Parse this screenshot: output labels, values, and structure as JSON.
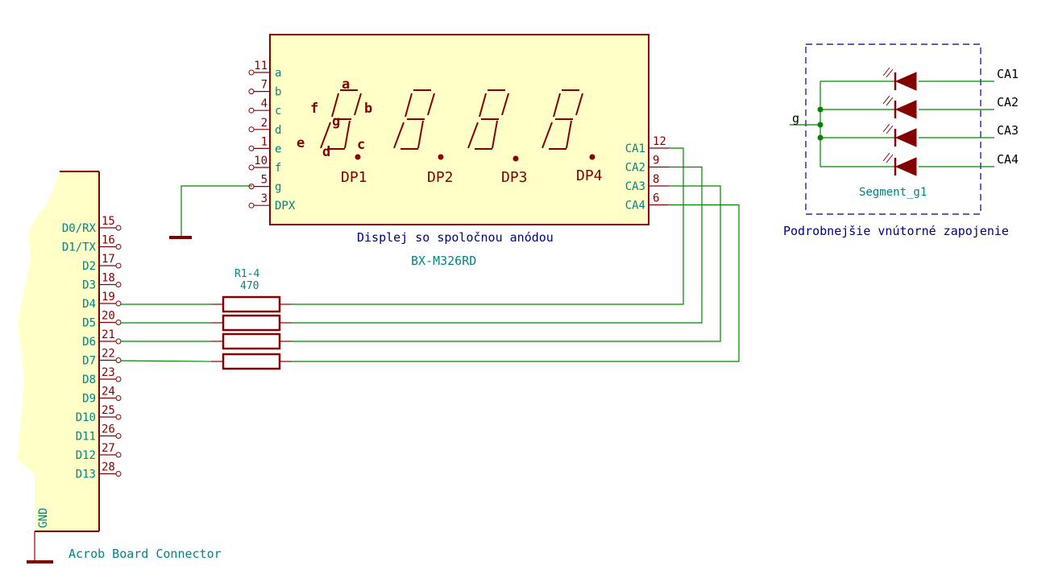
{
  "display": {
    "title": "Displej so spoločnou anódou",
    "part": "BX-M326RD",
    "left_pins": [
      {
        "num": "11",
        "name": "a"
      },
      {
        "num": "7",
        "name": "b"
      },
      {
        "num": "4",
        "name": "c"
      },
      {
        "num": "2",
        "name": "d"
      },
      {
        "num": "1",
        "name": "e"
      },
      {
        "num": "10",
        "name": "f"
      },
      {
        "num": "5",
        "name": "g"
      },
      {
        "num": "3",
        "name": "DPX"
      }
    ],
    "right_pins": [
      {
        "num": "12",
        "name": "CA1"
      },
      {
        "num": "9",
        "name": "CA2"
      },
      {
        "num": "8",
        "name": "CA3"
      },
      {
        "num": "6",
        "name": "CA4"
      }
    ],
    "segment_labels": {
      "a": "a",
      "b": "b",
      "c": "c",
      "d": "d",
      "e": "e",
      "f": "f",
      "g": "g"
    },
    "dp_labels": [
      "DP1",
      "DP2",
      "DP3",
      "DP4"
    ]
  },
  "connector": {
    "title": "Acrob Board Connector",
    "gnd": "GND",
    "pins": [
      {
        "num": "15",
        "name": "D0/RX"
      },
      {
        "num": "16",
        "name": "D1/TX"
      },
      {
        "num": "17",
        "name": "D2"
      },
      {
        "num": "18",
        "name": "D3"
      },
      {
        "num": "19",
        "name": "D4"
      },
      {
        "num": "20",
        "name": "D5"
      },
      {
        "num": "21",
        "name": "D6"
      },
      {
        "num": "22",
        "name": "D7"
      },
      {
        "num": "23",
        "name": "D8"
      },
      {
        "num": "24",
        "name": "D9"
      },
      {
        "num": "25",
        "name": "D10"
      },
      {
        "num": "26",
        "name": "D11"
      },
      {
        "num": "27",
        "name": "D12"
      },
      {
        "num": "28",
        "name": "D13"
      }
    ]
  },
  "resistor": {
    "ref": "R1-4",
    "value": "470"
  },
  "detail": {
    "label": "Segment_g1",
    "caption": "Podrobnejšie vnútorné zapojenie",
    "input": "g",
    "outputs": [
      "CA1",
      "CA2",
      "CA3",
      "CA4"
    ]
  },
  "colors": {
    "component": "#840000",
    "fill": "#ffffc8",
    "wire": "#008400",
    "pin_name": "#008484",
    "annotation": "#000084"
  }
}
